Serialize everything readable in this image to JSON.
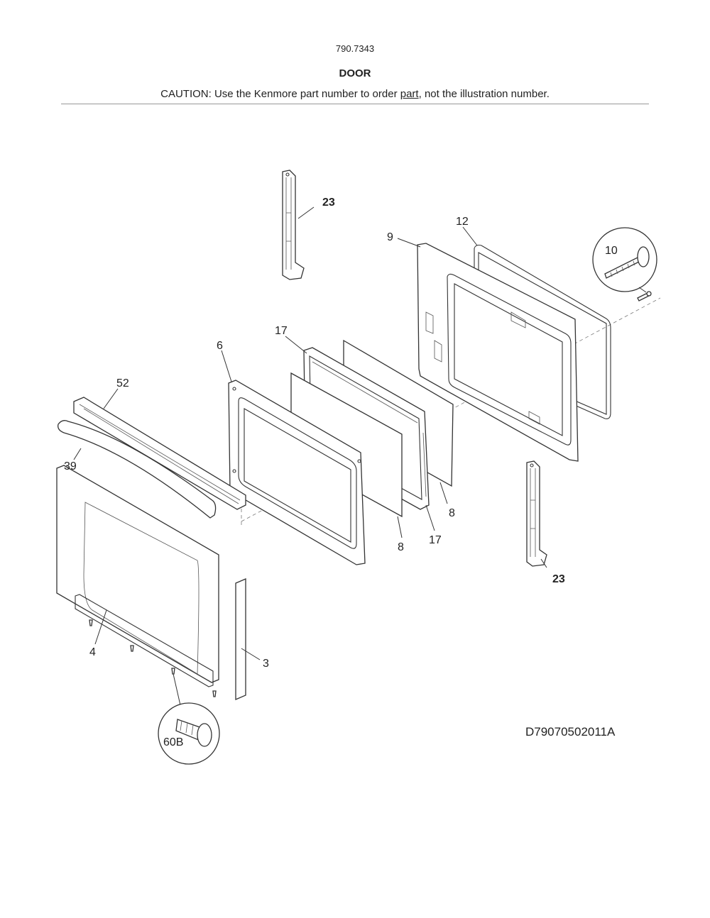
{
  "header": {
    "model_number": "790.7343",
    "section_title": "DOOR",
    "caution_prefix": "CAUTION: Use the Kenmore part number to order ",
    "caution_link": "part",
    "caution_suffix": ", not the illustration number."
  },
  "drawing_id": "D79070502011A",
  "callouts": {
    "c23_top": "23",
    "c23_bottom": "23",
    "c12": "12",
    "c9": "9",
    "c10": "10",
    "c17_top": "17",
    "c17_bottom": "17",
    "c6": "6",
    "c52": "52",
    "c39": "39",
    "c8_left": "8",
    "c8_right": "8",
    "c4": "4",
    "c3": "3",
    "c60b": "60B"
  }
}
